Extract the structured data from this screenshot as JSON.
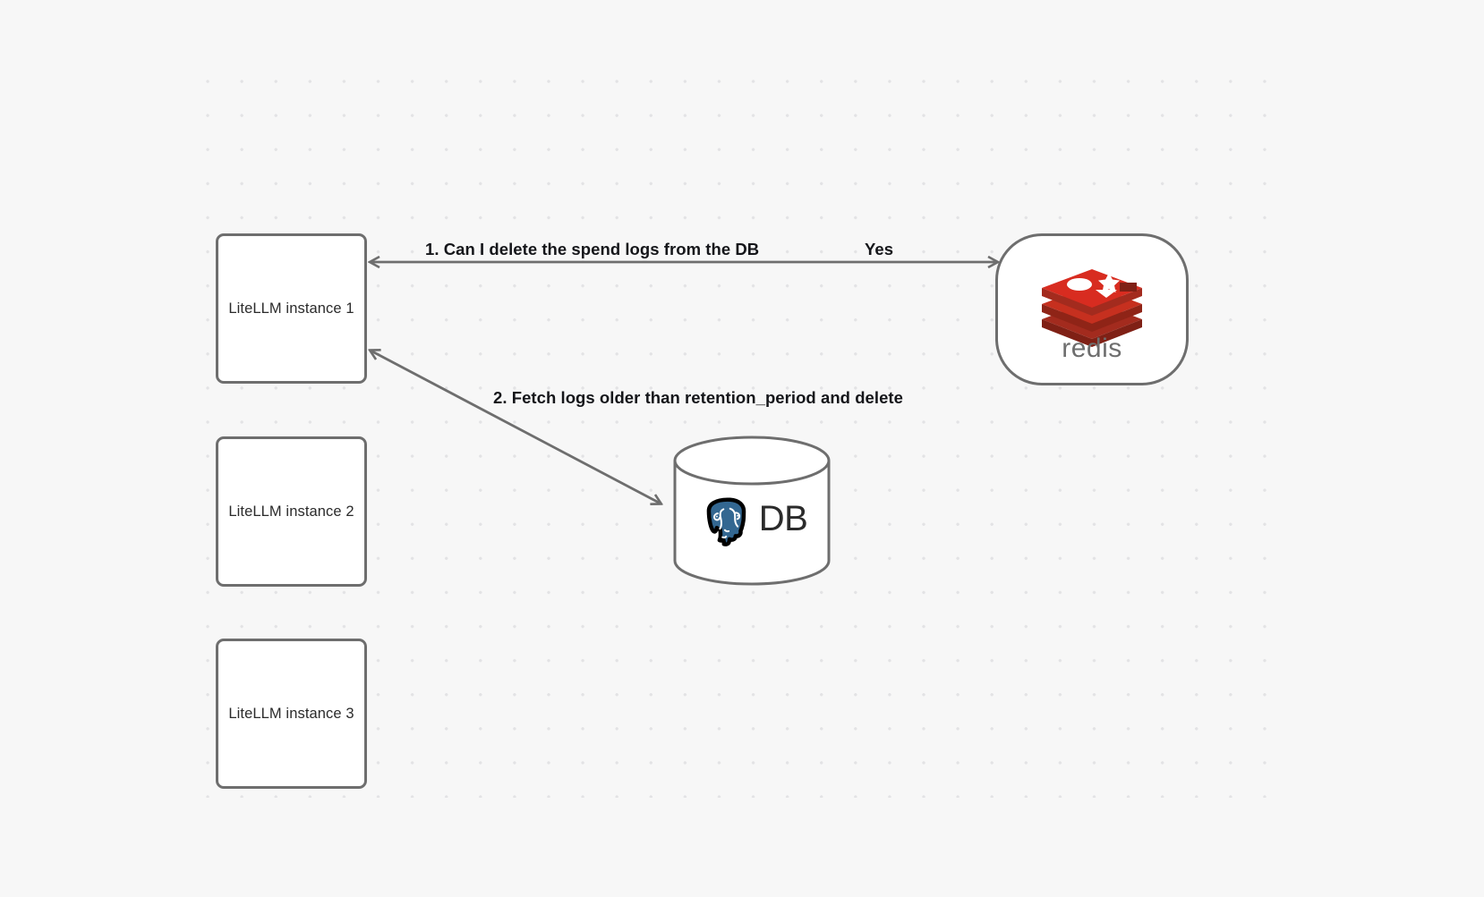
{
  "diagram": {
    "title": "LiteLLM spend log retention flow",
    "background_color": "#f7f7f7",
    "grid_dot_color": "#e3e3e5",
    "stroke_color": "#6e6e6e",
    "nodes": [
      {
        "id": "litellm-1",
        "label": "LiteLLM instance 1",
        "shape": "rounded-rect"
      },
      {
        "id": "litellm-2",
        "label": "LiteLLM instance 2",
        "shape": "rounded-rect"
      },
      {
        "id": "litellm-3",
        "label": "LiteLLM instance 3",
        "shape": "rounded-rect"
      },
      {
        "id": "redis",
        "label": "redis",
        "shape": "stadium",
        "logo": "redis-logo",
        "logo_color": "#d82c20"
      },
      {
        "id": "db",
        "label": "DB",
        "shape": "cylinder",
        "logo": "postgresql-elephant-icon",
        "logo_color": "#336791"
      }
    ],
    "edges": [
      {
        "id": "edge-1",
        "from": "litellm-1",
        "to": "redis",
        "label": "1.  Can I delete the spend logs from the DB",
        "reply_label": "Yes",
        "direction": "bidirectional"
      },
      {
        "id": "edge-2",
        "from": "litellm-1",
        "to": "db",
        "label": "2.  Fetch logs older than retention_period and delete",
        "direction": "bidirectional"
      }
    ]
  }
}
